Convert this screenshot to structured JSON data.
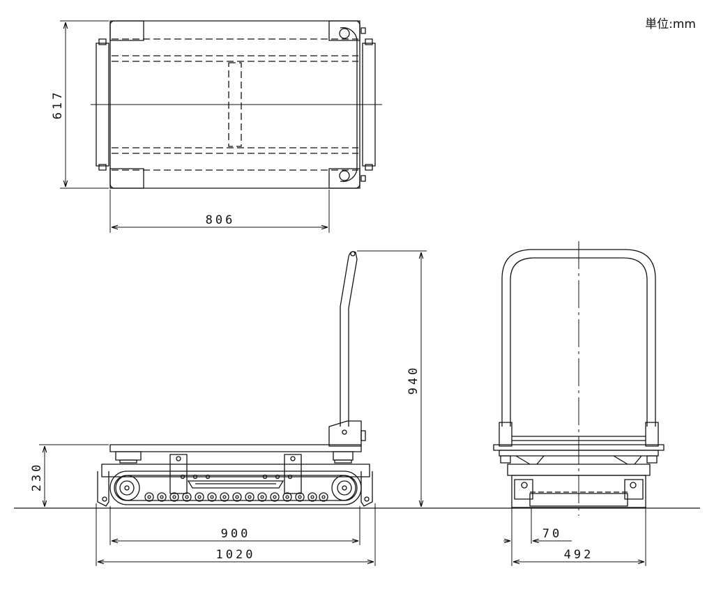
{
  "unit_label": "単位:mm",
  "views": {
    "top_view": {
      "width_dim": "617",
      "length_dim": "806"
    },
    "side_view": {
      "height_dim": "940",
      "deck_height_dim": "230",
      "track_length_dim": "900",
      "overall_length_dim": "1020"
    },
    "rear_view": {
      "track_width_dim": "70",
      "overall_width_dim": "492"
    }
  },
  "colors": {
    "line": "#111111",
    "background": "#ffffff"
  }
}
